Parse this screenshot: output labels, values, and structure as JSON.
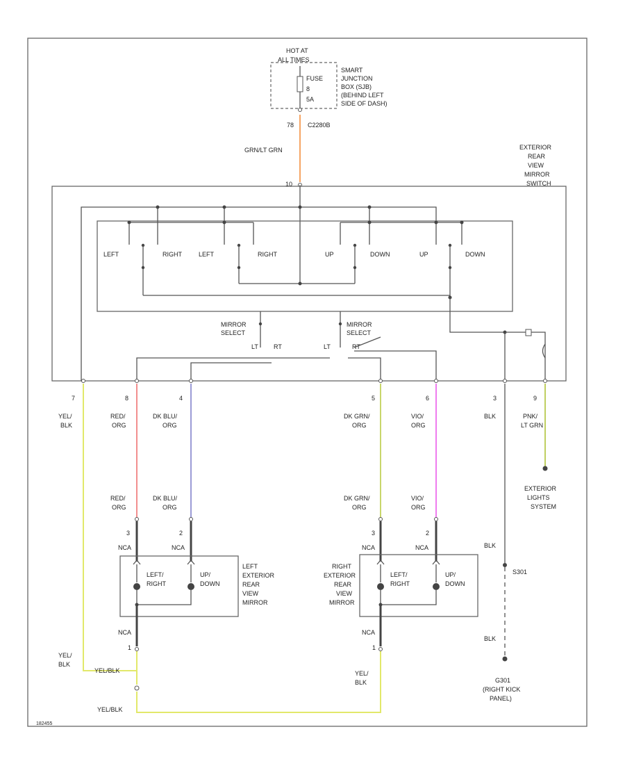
{
  "power": {
    "hot_at": "HOT AT",
    "all_times": "ALL TIMES",
    "fuse_label": "FUSE",
    "fuse_number": "8",
    "fuse_amps": "5A",
    "smart_junction_lines": [
      "SMART",
      "JUNCTION",
      "BOX (SJB)",
      "(BEHIND LEFT",
      "SIDE OF DASH)"
    ],
    "connector": "78",
    "connector_id": "C2280B",
    "wire_color": "GRN/LT GRN"
  },
  "switch": {
    "lines": [
      "EXTERIOR",
      "REAR",
      "VIEW",
      "MIRROR",
      "SWITCH"
    ],
    "top_pin": "10",
    "labels": [
      "LEFT",
      "RIGHT",
      "LEFT",
      "RIGHT",
      "UP",
      "DOWN",
      "UP",
      "DOWN"
    ],
    "mirror_select_left": [
      "MIRROR",
      "SELECT"
    ],
    "mirror_select_right": [
      "MIRROR",
      "SELECT"
    ],
    "lt_left": "LT",
    "rt_left": "RT",
    "lt_right": "LT",
    "rt_right": "RT"
  },
  "pins": [
    {
      "num": "7",
      "color": [
        "YEL/",
        "BLK"
      ]
    },
    {
      "num": "8",
      "color": [
        "RED/",
        "ORG"
      ]
    },
    {
      "num": "4",
      "color": [
        "DK BLU/",
        "ORG"
      ]
    },
    {
      "num": "5",
      "color": [
        "DK GRN/",
        "ORG"
      ]
    },
    {
      "num": "6",
      "color": [
        "VIO/",
        "ORG"
      ]
    },
    {
      "num": "3",
      "color": [
        "BLK"
      ]
    },
    {
      "num": "9",
      "color": [
        "PNK/",
        "LT GRN"
      ]
    }
  ],
  "left_mirror": {
    "wire1": [
      "RED/",
      "ORG"
    ],
    "wire2": [
      "DK BLU/",
      "ORG"
    ],
    "pin1": "3",
    "pin2": "2",
    "conn1": "NCA",
    "conn2": "NCA",
    "motor1": [
      "LEFT/",
      "RIGHT"
    ],
    "motor2": [
      "UP/",
      "DOWN"
    ],
    "title": [
      "LEFT",
      "EXTERIOR",
      "REAR",
      "VIEW",
      "MIRROR"
    ],
    "ground_conn": "NCA",
    "ground_pin": "1"
  },
  "right_mirror": {
    "wire1": [
      "DK GRN/",
      "ORG"
    ],
    "wire2": [
      "VIO/",
      "ORG"
    ],
    "pin1": "3",
    "pin2": "2",
    "conn1": "NCA",
    "conn2": "NCA",
    "motor1": [
      "LEFT/",
      "RIGHT"
    ],
    "motor2": [
      "UP/",
      "DOWN"
    ],
    "title": [
      "RIGHT",
      "EXTERIOR",
      "REAR",
      "VIEW",
      "MIRROR"
    ],
    "ground_conn": "NCA",
    "ground_pin": "1"
  },
  "ground": {
    "blk_top": "BLK",
    "splice": "S301",
    "blk_bottom": "BLK",
    "g_lines": [
      "G301",
      "(RIGHT KICK",
      "PANEL)"
    ]
  },
  "lights": [
    "EXTERIOR",
    "LIGHTS",
    "SYSTEM"
  ],
  "bottom_wires": {
    "left_yel": [
      "YEL/",
      "BLK"
    ],
    "yel_blk_splice": "YEL/BLK",
    "bottom": "YEL/BLK",
    "right_yel": [
      "YEL/",
      "BLK"
    ]
  },
  "footer_id": "182455"
}
